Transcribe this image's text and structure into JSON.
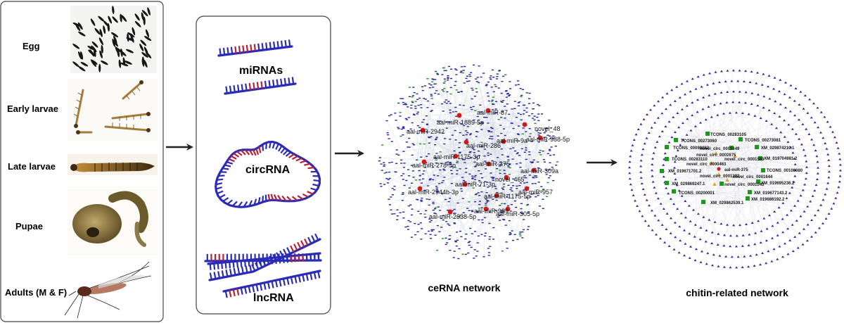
{
  "stages": [
    "Egg",
    "Early larvae",
    "Late larvae",
    "Pupae",
    "Adults (M & F)"
  ],
  "rna_types": {
    "mirna": "miRNAs",
    "circrna": "circRNA",
    "lncrna": "lncRNA"
  },
  "networks": {
    "cerna": {
      "title": "ceRNA network",
      "mirna_labels": [
        "aal-miR-87",
        "aal-miR-1889-5p",
        "novel_48",
        "aal-miR-2942",
        "aal-miR-988-5p",
        "aal-miR-286",
        "aal-miR-9a",
        "aal-miR-1175-3p",
        "aal-miR-278-5p",
        "aal-miR-375",
        "aal-miR-309a",
        "novel_465",
        "aal-miR-71-3p",
        "aal-miR-2944b-3p",
        "aal-miR-1175-5p",
        "aal-miR-957",
        "aal-miR-989",
        "aal-miR-305-5p",
        "aal-miR-2638-5p"
      ]
    },
    "chitin": {
      "title": "chitin-related network",
      "node_labels": [
        "TCONS_00283105",
        "TCONS_00273060",
        "TCONS_00273081",
        "TCONS_00098082",
        "novel_circ_0001649",
        "XM_029874210.1",
        "novel_circ_0002675",
        "TCONS_00283110",
        "novel_circ_0001583",
        "XM_019704981.2",
        "novel_circ_0000463",
        "XM_019671701.2",
        "aal-miR-375",
        "TCONS_00106080",
        "novel_circ_0001292",
        "novel_circ_0001644",
        "XM_029869247.1",
        "novel_circ_0001043",
        "XM_019695236.2",
        "TCONS_00200001",
        "XM_019677143.2",
        "XM_019686192.2",
        "XM_029862539.1"
      ]
    }
  },
  "colors": {
    "backbone": "#2b2bb8",
    "accent": "#b5223a",
    "mirna_node": "#d31818",
    "gene_node": "#1a9a1a",
    "circ_node": "#e8a33a",
    "panel_border": "#444444"
  }
}
